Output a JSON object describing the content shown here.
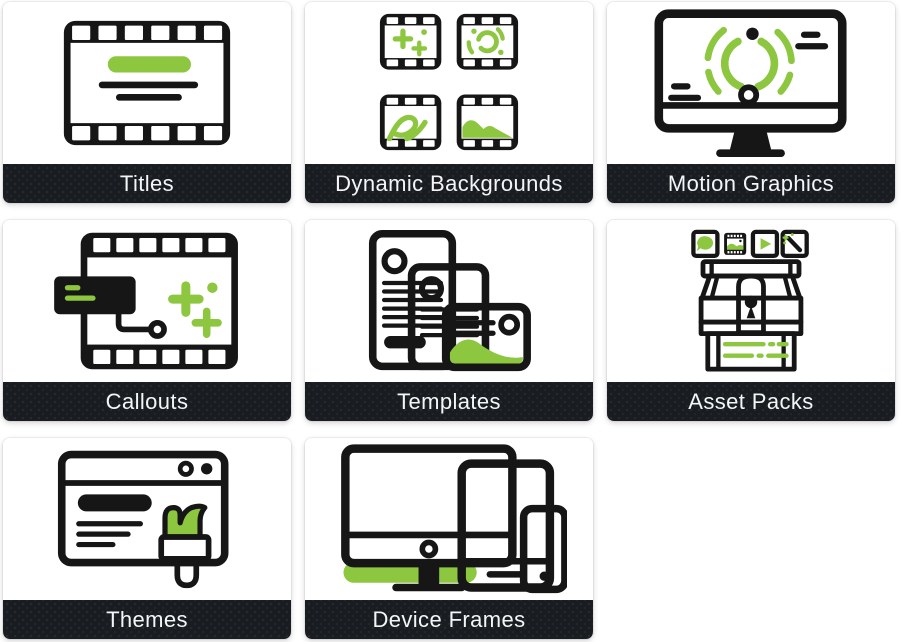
{
  "page": {
    "background_color": "#ffffff"
  },
  "theme": {
    "accent_green": "#8dc63f",
    "outline_black": "#161616",
    "label_bar_background": "#191d22",
    "label_text_color": "#f3f5f6"
  },
  "cards": [
    {
      "label": "Titles",
      "icon": "filmstrip-title-icon"
    },
    {
      "label": "Dynamic Backgrounds",
      "icon": "four-filmstrips-icon"
    },
    {
      "label": "Motion Graphics",
      "icon": "monitor-orbit-icon"
    },
    {
      "label": "Callouts",
      "icon": "filmstrip-callout-icon"
    },
    {
      "label": "Templates",
      "icon": "stacked-documents-icon"
    },
    {
      "label": "Asset Packs",
      "icon": "treasure-chest-icon"
    },
    {
      "label": "Themes",
      "icon": "browser-paintbrush-icon"
    },
    {
      "label": "Device Frames",
      "icon": "devices-icon"
    }
  ]
}
